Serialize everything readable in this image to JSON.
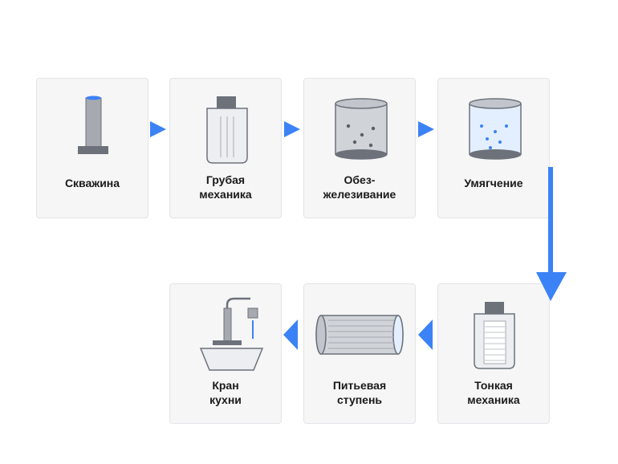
{
  "steps": [
    {
      "id": "well",
      "label": "Скважина",
      "icon": "well-icon"
    },
    {
      "id": "coarse",
      "label": "Грубая\nмеханика",
      "icon": "coarse-filter-icon"
    },
    {
      "id": "iron",
      "label": "Обез-\nжелезивание",
      "icon": "iron-removal-tank-icon"
    },
    {
      "id": "soft",
      "label": "Умягчение",
      "icon": "softener-tank-icon"
    },
    {
      "id": "fine",
      "label": "Тонкая\nмеханика",
      "icon": "fine-filter-icon"
    },
    {
      "id": "drink",
      "label": "Питьевая\nступень",
      "icon": "membrane-cartridge-icon"
    },
    {
      "id": "tap",
      "label": "Кран\nкухни",
      "icon": "kitchen-tap-icon"
    }
  ],
  "colors": {
    "accent": "#3b82f6",
    "metal": "#a6a9b0",
    "metal_dark": "#6c717a",
    "outline": "#6c717a",
    "card_bg": "#f6f6f7"
  }
}
